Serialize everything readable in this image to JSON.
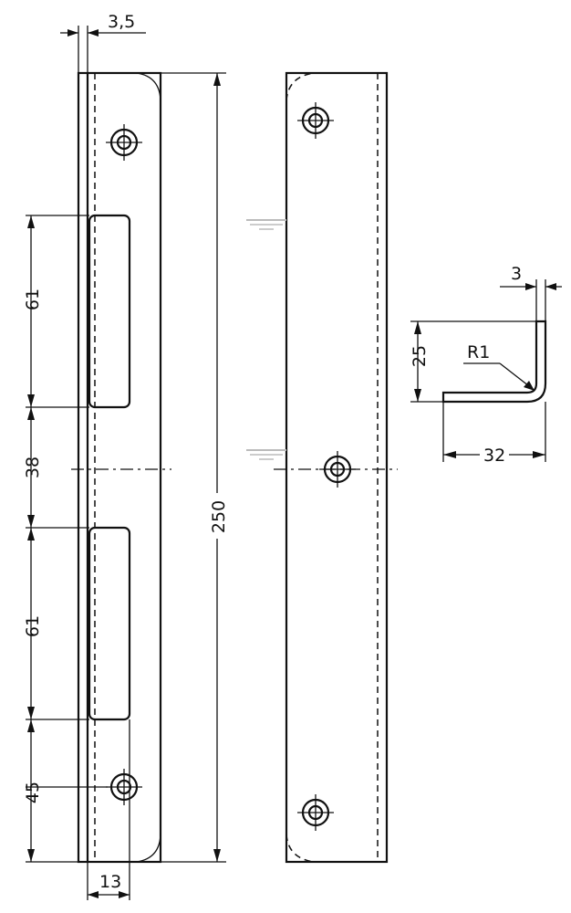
{
  "dimensions": {
    "thickness": "3,5",
    "slot_length_top": "61",
    "slot_spacing": "38",
    "slot_length_bottom": "61",
    "hole_offset": "45",
    "total_length": "250",
    "width": "13",
    "profile_thickness": "3",
    "profile_height": "25",
    "bend_radius": "R1",
    "profile_width": "32"
  }
}
